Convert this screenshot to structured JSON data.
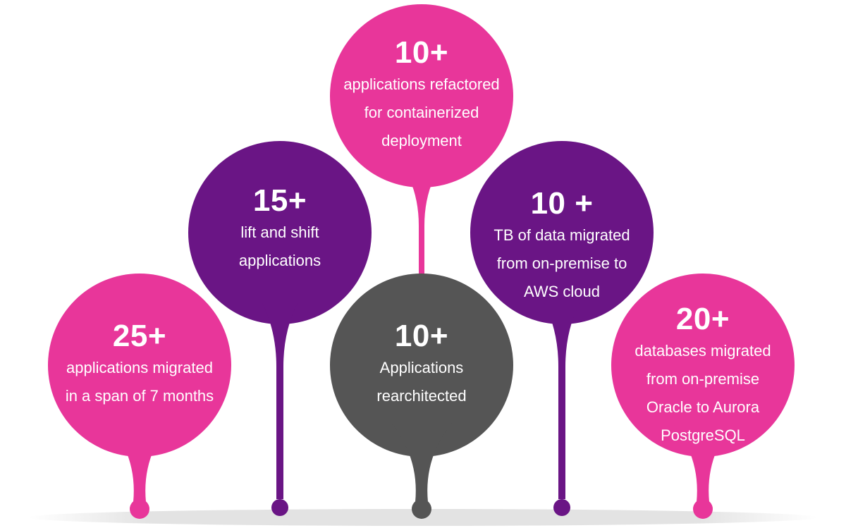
{
  "colors": {
    "pink": "#e8369a",
    "purple": "#6a1585",
    "gray": "#555555",
    "text": "#ffffff"
  },
  "pins": [
    {
      "id": "migrated",
      "color": "pink",
      "value": "25+",
      "lines": [
        "applications migrated",
        "in a span of 7 months"
      ]
    },
    {
      "id": "lift-shift",
      "color": "purple",
      "value": "15+",
      "lines": [
        "lift and shift",
        "applications"
      ]
    },
    {
      "id": "refactored",
      "color": "pink",
      "value": "10+",
      "lines": [
        "applications refactored",
        "for containerized",
        "deployment"
      ]
    },
    {
      "id": "rearchitected",
      "color": "gray",
      "value": "10+",
      "lines": [
        "Applications",
        "rearchitected"
      ]
    },
    {
      "id": "data-migrated",
      "color": "purple",
      "value": "10 +",
      "lines": [
        "TB of data migrated",
        "from on-premise to",
        "AWS cloud"
      ]
    },
    {
      "id": "databases",
      "color": "pink",
      "value": "20+",
      "lines": [
        "databases migrated",
        "from on-premise",
        "Oracle to Aurora",
        "PostgreSQL"
      ]
    }
  ]
}
